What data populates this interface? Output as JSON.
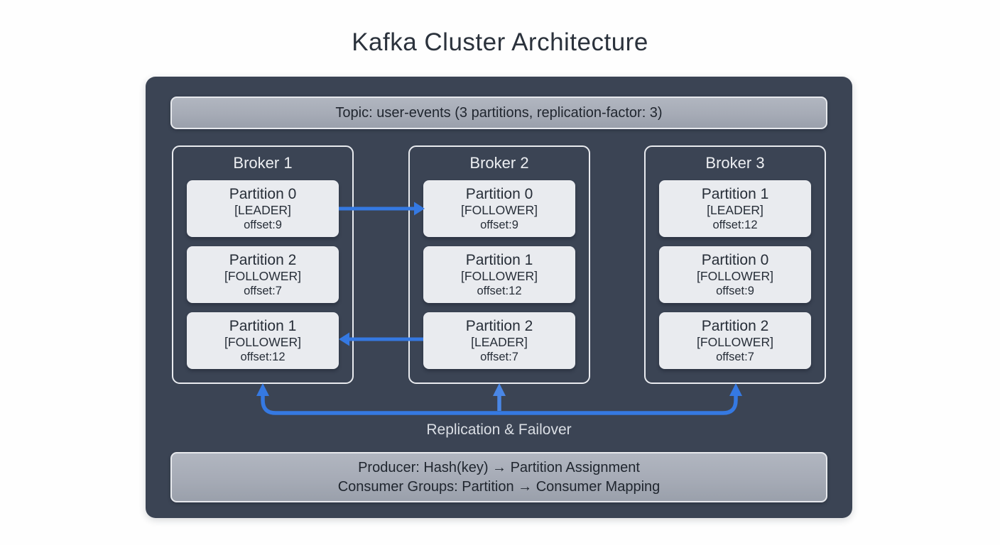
{
  "title": "Kafka Cluster Architecture",
  "topic_banner": "Topic: user-events (3 partitions, replication-factor: 3)",
  "brokers": [
    {
      "title": "Broker 1",
      "partitions": [
        {
          "name": "Partition 0",
          "role": "[LEADER]",
          "offset": "offset:9"
        },
        {
          "name": "Partition 2",
          "role": "[FOLLOWER]",
          "offset": "offset:7"
        },
        {
          "name": "Partition 1",
          "role": "[FOLLOWER]",
          "offset": "offset:12"
        }
      ]
    },
    {
      "title": "Broker 2",
      "partitions": [
        {
          "name": "Partition 0",
          "role": "[FOLLOWER]",
          "offset": "offset:9"
        },
        {
          "name": "Partition 1",
          "role": "[FOLLOWER]",
          "offset": "offset:12"
        },
        {
          "name": "Partition 2",
          "role": "[LEADER]",
          "offset": "offset:7"
        }
      ]
    },
    {
      "title": "Broker 3",
      "partitions": [
        {
          "name": "Partition 1",
          "role": "[LEADER]",
          "offset": "offset:12"
        },
        {
          "name": "Partition 0",
          "role": "[FOLLOWER]",
          "offset": "offset:9"
        },
        {
          "name": "Partition 2",
          "role": "[FOLLOWER]",
          "offset": "offset:7"
        }
      ]
    }
  ],
  "replication_label": "Replication & Failover",
  "footer_banner": {
    "line1": "Producer: Hash(key) → Partition Assignment",
    "line2": "Consumer Groups: Partition → Consumer Mapping"
  },
  "colors": {
    "arrow_blue": "#3579e2",
    "container_bg": "#3b4454",
    "banner_bg": "#a8adb8",
    "card_bg": "#e9ebef"
  }
}
